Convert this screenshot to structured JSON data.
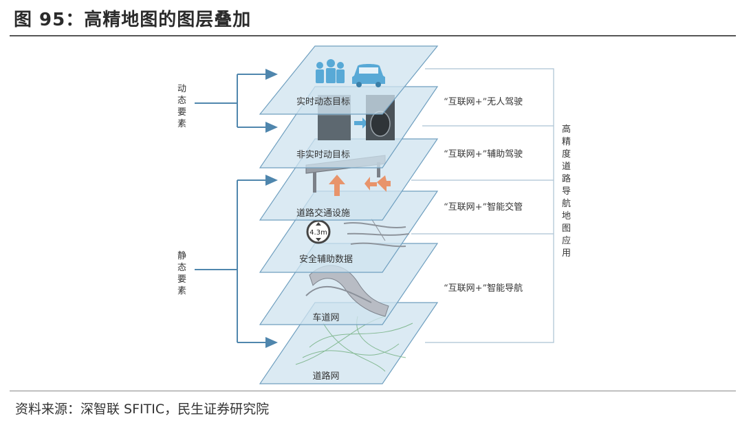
{
  "figure": {
    "title": "图 95：高精地图的图层叠加",
    "source": "资料来源：深智联 SFITIC，民生证券研究院"
  },
  "diagram": {
    "dynamic_group_label": "动态要素",
    "static_group_label": "静态要素",
    "right_label": "高精度道路导航地图应用",
    "layers": [
      {
        "label": "实时动态目标"
      },
      {
        "label": "非实时动目标"
      },
      {
        "label": "道路交通设施"
      },
      {
        "label": "安全辅助数据"
      },
      {
        "label": "车道网"
      },
      {
        "label": "道路网"
      }
    ],
    "applications": [
      {
        "label": "“互联网+”无人驾驶"
      },
      {
        "label": "“互联网+”辅助驾驶"
      },
      {
        "label": "“互联网+”智能交管"
      },
      {
        "label": "“互联网+”智能导航"
      }
    ],
    "speed_sign_text": "4.3m",
    "colors": {
      "layer_fill": "#cfe3ef",
      "layer_stroke": "#6f9fbf",
      "arrow": "#4f86ad",
      "people": "#58a9d6",
      "turn_arrow": "#e8946b"
    }
  }
}
